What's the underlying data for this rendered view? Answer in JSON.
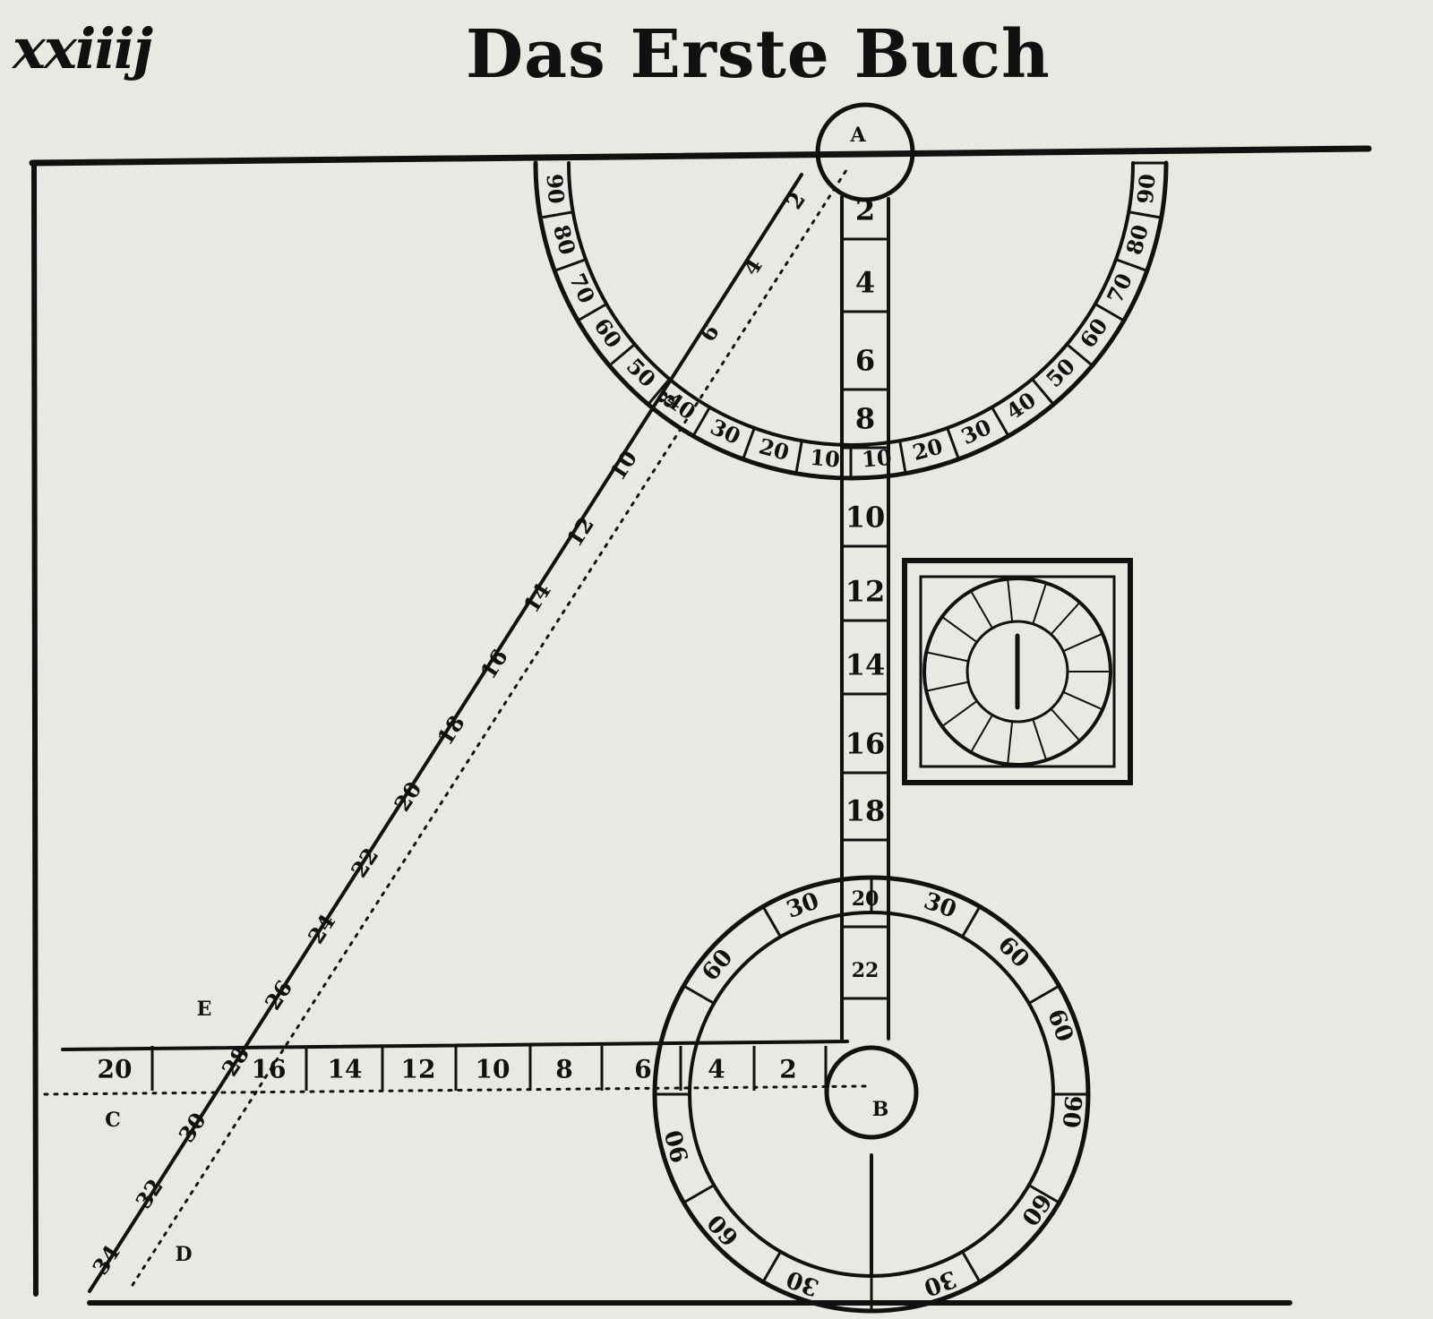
{
  "header": {
    "folio": "xxiiij",
    "title": "Das Erste Buch"
  },
  "point_labels": {
    "A": "A",
    "B": "B",
    "C": "C",
    "D": "D",
    "E": "E"
  },
  "vertical_ruler": [
    "2",
    "4",
    "6",
    "8",
    "10",
    "12",
    "14",
    "16",
    "18",
    "20",
    "22"
  ],
  "diagonal_ruler": [
    "2",
    "4",
    "6",
    "8",
    "10",
    "12",
    "14",
    "16",
    "18",
    "20",
    "22",
    "24",
    "26",
    "28",
    "30",
    "32",
    "34"
  ],
  "horizontal_ruler": [
    "20",
    "16",
    "14",
    "12",
    "10",
    "8",
    "6",
    "4",
    "2"
  ],
  "upper_arc": {
    "left": [
      "90",
      "80",
      "70",
      "60",
      "50",
      "40",
      "30",
      "20",
      "10"
    ],
    "right": [
      "10",
      "20",
      "30",
      "40",
      "50",
      "60",
      "70",
      "80",
      "90"
    ]
  },
  "lower_circle": {
    "top_left": [
      "30",
      "60"
    ],
    "top_right": [
      "30",
      "60",
      "60",
      "90"
    ],
    "bottom_left": [
      "90",
      "60",
      "30"
    ],
    "bottom_right": [
      "60",
      "30"
    ]
  }
}
